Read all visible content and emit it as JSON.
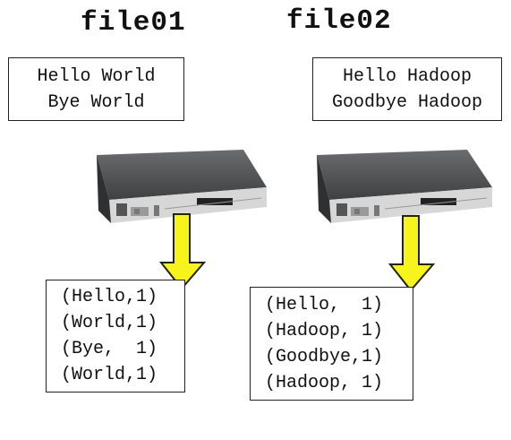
{
  "file01": {
    "title": "file01",
    "input_lines": [
      "Hello World",
      "Bye World"
    ],
    "output_lines": [
      "(Hello,1)",
      "(World,1)",
      "(Bye,  1)",
      "(World,1)"
    ]
  },
  "file02": {
    "title": "file02",
    "input_lines": [
      "Hello Hadoop",
      "Goodbye Hadoop"
    ],
    "output_lines": [
      "(Hello,  1)",
      "(Hadoop, 1)",
      "(Goodbye,1)",
      "(Hadoop, 1)"
    ]
  },
  "icons": {
    "server": "server-icon",
    "arrow": "arrow-down-icon"
  },
  "colors": {
    "arrow_fill": "#f6f41a",
    "arrow_stroke": "#222222",
    "server_body": "#4a4b4d"
  }
}
